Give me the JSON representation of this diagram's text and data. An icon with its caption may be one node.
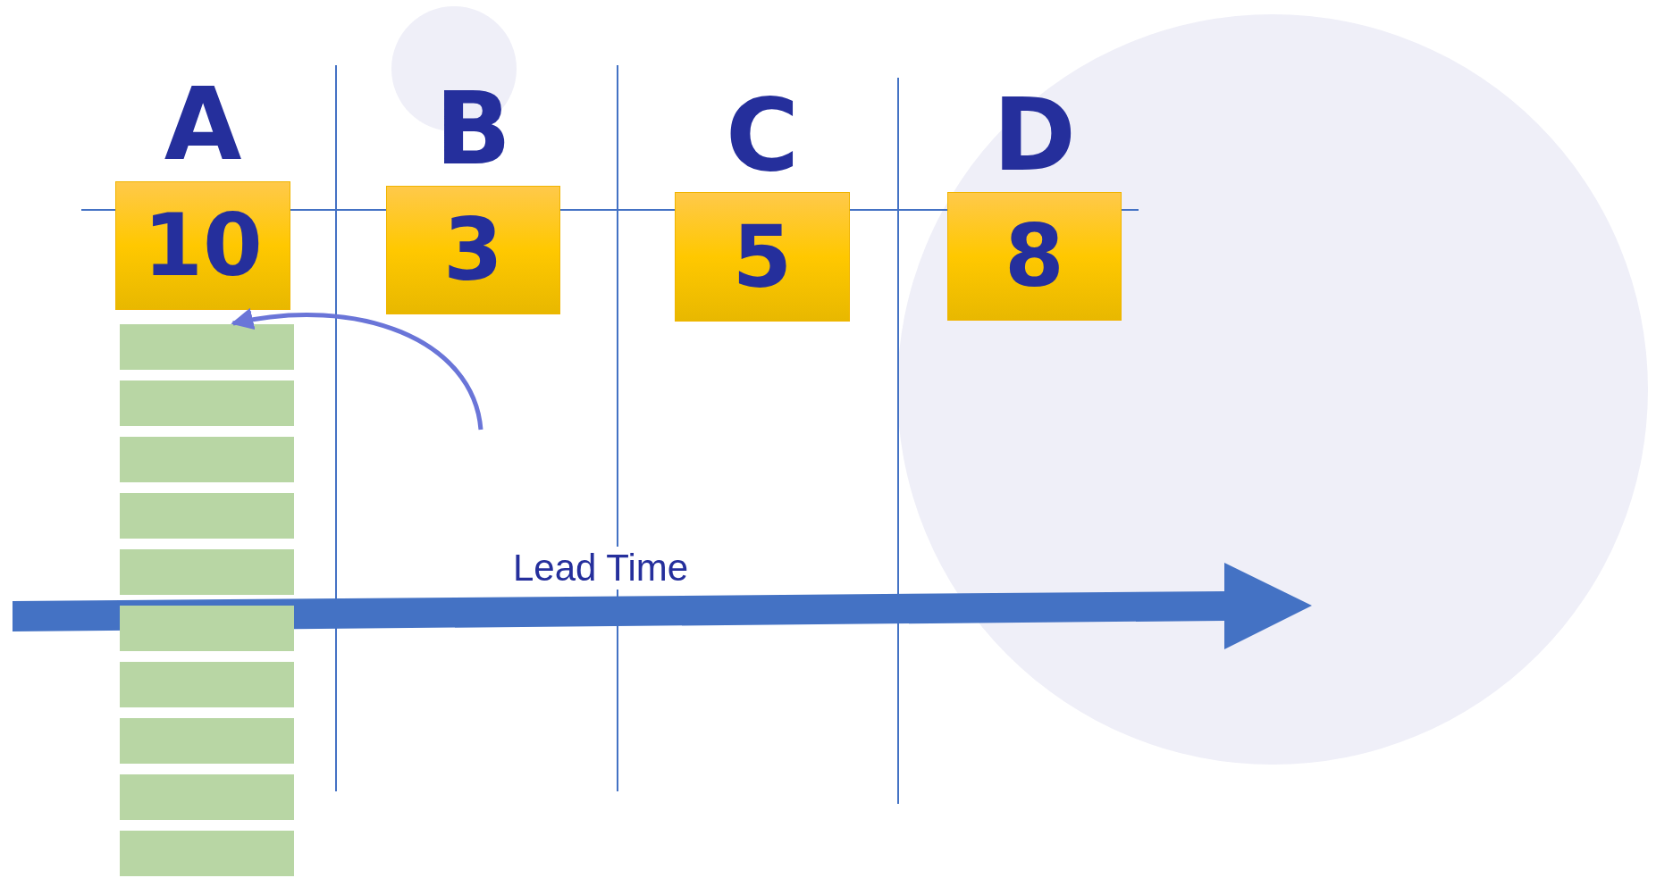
{
  "diagram": {
    "nodes": [
      {
        "text": [
          "A",
          "10"
        ]
      },
      {
        "text": [
          "B",
          "3"
        ]
      },
      {
        "text": [
          "C",
          "5"
        ]
      },
      {
        "text": [
          "D",
          "8"
        ]
      },
      {
        "text": [],
        "shape": "box"
      },
      {
        "text": [],
        "shape": "box"
      },
      {
        "text": [],
        "shape": "box"
      },
      {
        "text": [],
        "shape": "box"
      },
      {
        "text": [],
        "shape": "box"
      },
      {
        "text": [],
        "shape": "box"
      },
      {
        "text": [],
        "shape": "box"
      },
      {
        "text": [],
        "shape": "box"
      },
      {
        "text": [],
        "shape": "box"
      },
      {
        "text": [],
        "shape": "box"
      }
    ],
    "edges": [
      {
        "from": null,
        "to": 4,
        "arrow": "to",
        "color": "#6a75d8"
      }
    ],
    "labels": [
      "Lead Time"
    ]
  }
}
